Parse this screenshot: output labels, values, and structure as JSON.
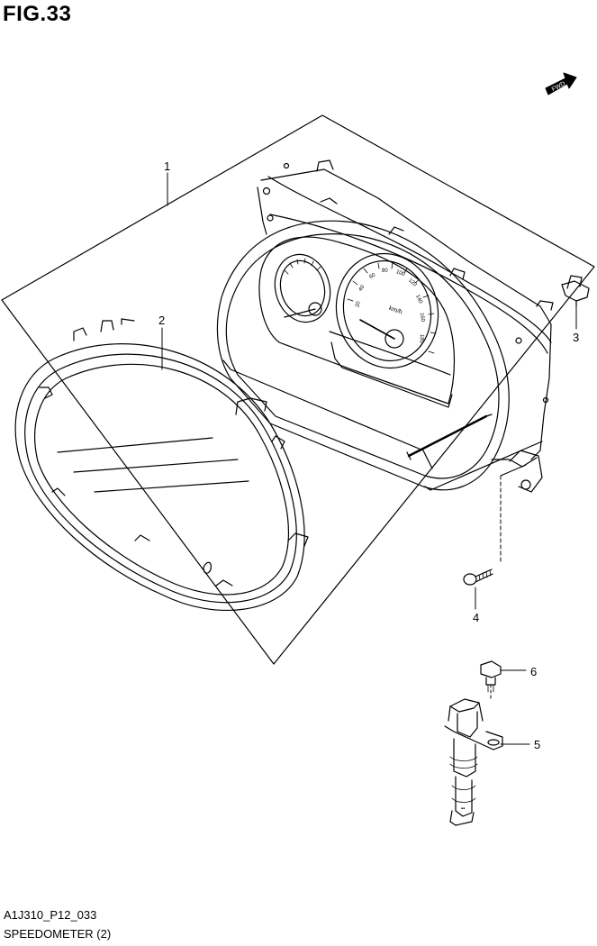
{
  "figure": {
    "title": "FIG.33",
    "fwd_label": "FWD"
  },
  "callouts": [
    "1",
    "2",
    "3",
    "4",
    "5",
    "6"
  ],
  "gauge_text": {
    "unit": "km/h",
    "speed_ticks": [
      "20",
      "40",
      "60",
      "80",
      "100",
      "120",
      "140",
      "160",
      "180"
    ]
  },
  "footer": {
    "code": "A1J310_P12_033",
    "name": "SPEEDOMETER (2)"
  }
}
